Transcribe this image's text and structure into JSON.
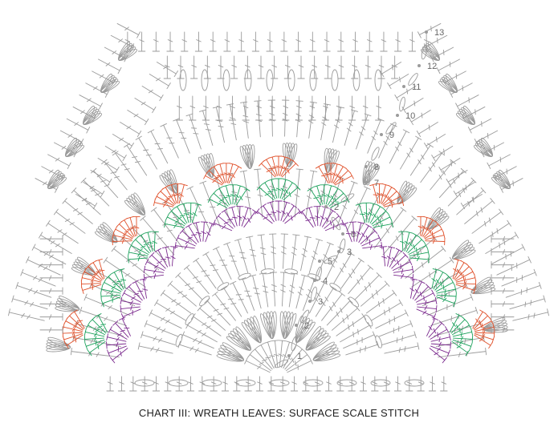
{
  "caption": "CHART III: WREATH LEAVES: SURFACE SCALE STITCH",
  "colors": {
    "base": "#9b9b9b",
    "red": "#e0502a",
    "green": "#1aa05a",
    "purple": "#7b2a8e",
    "text": "#222222",
    "rownum": "#666666"
  },
  "row_labels": [
    "1",
    "2",
    "3",
    "4",
    "5",
    "3",
    "6",
    "2",
    "7",
    "8",
    "9",
    "10",
    "11",
    "12",
    "13"
  ],
  "icons": [
    "treble-crochet-symbol",
    "double-crochet-symbol",
    "chain-oval-symbol",
    "puff-stitch-symbol",
    "slip-stitch-dot"
  ]
}
